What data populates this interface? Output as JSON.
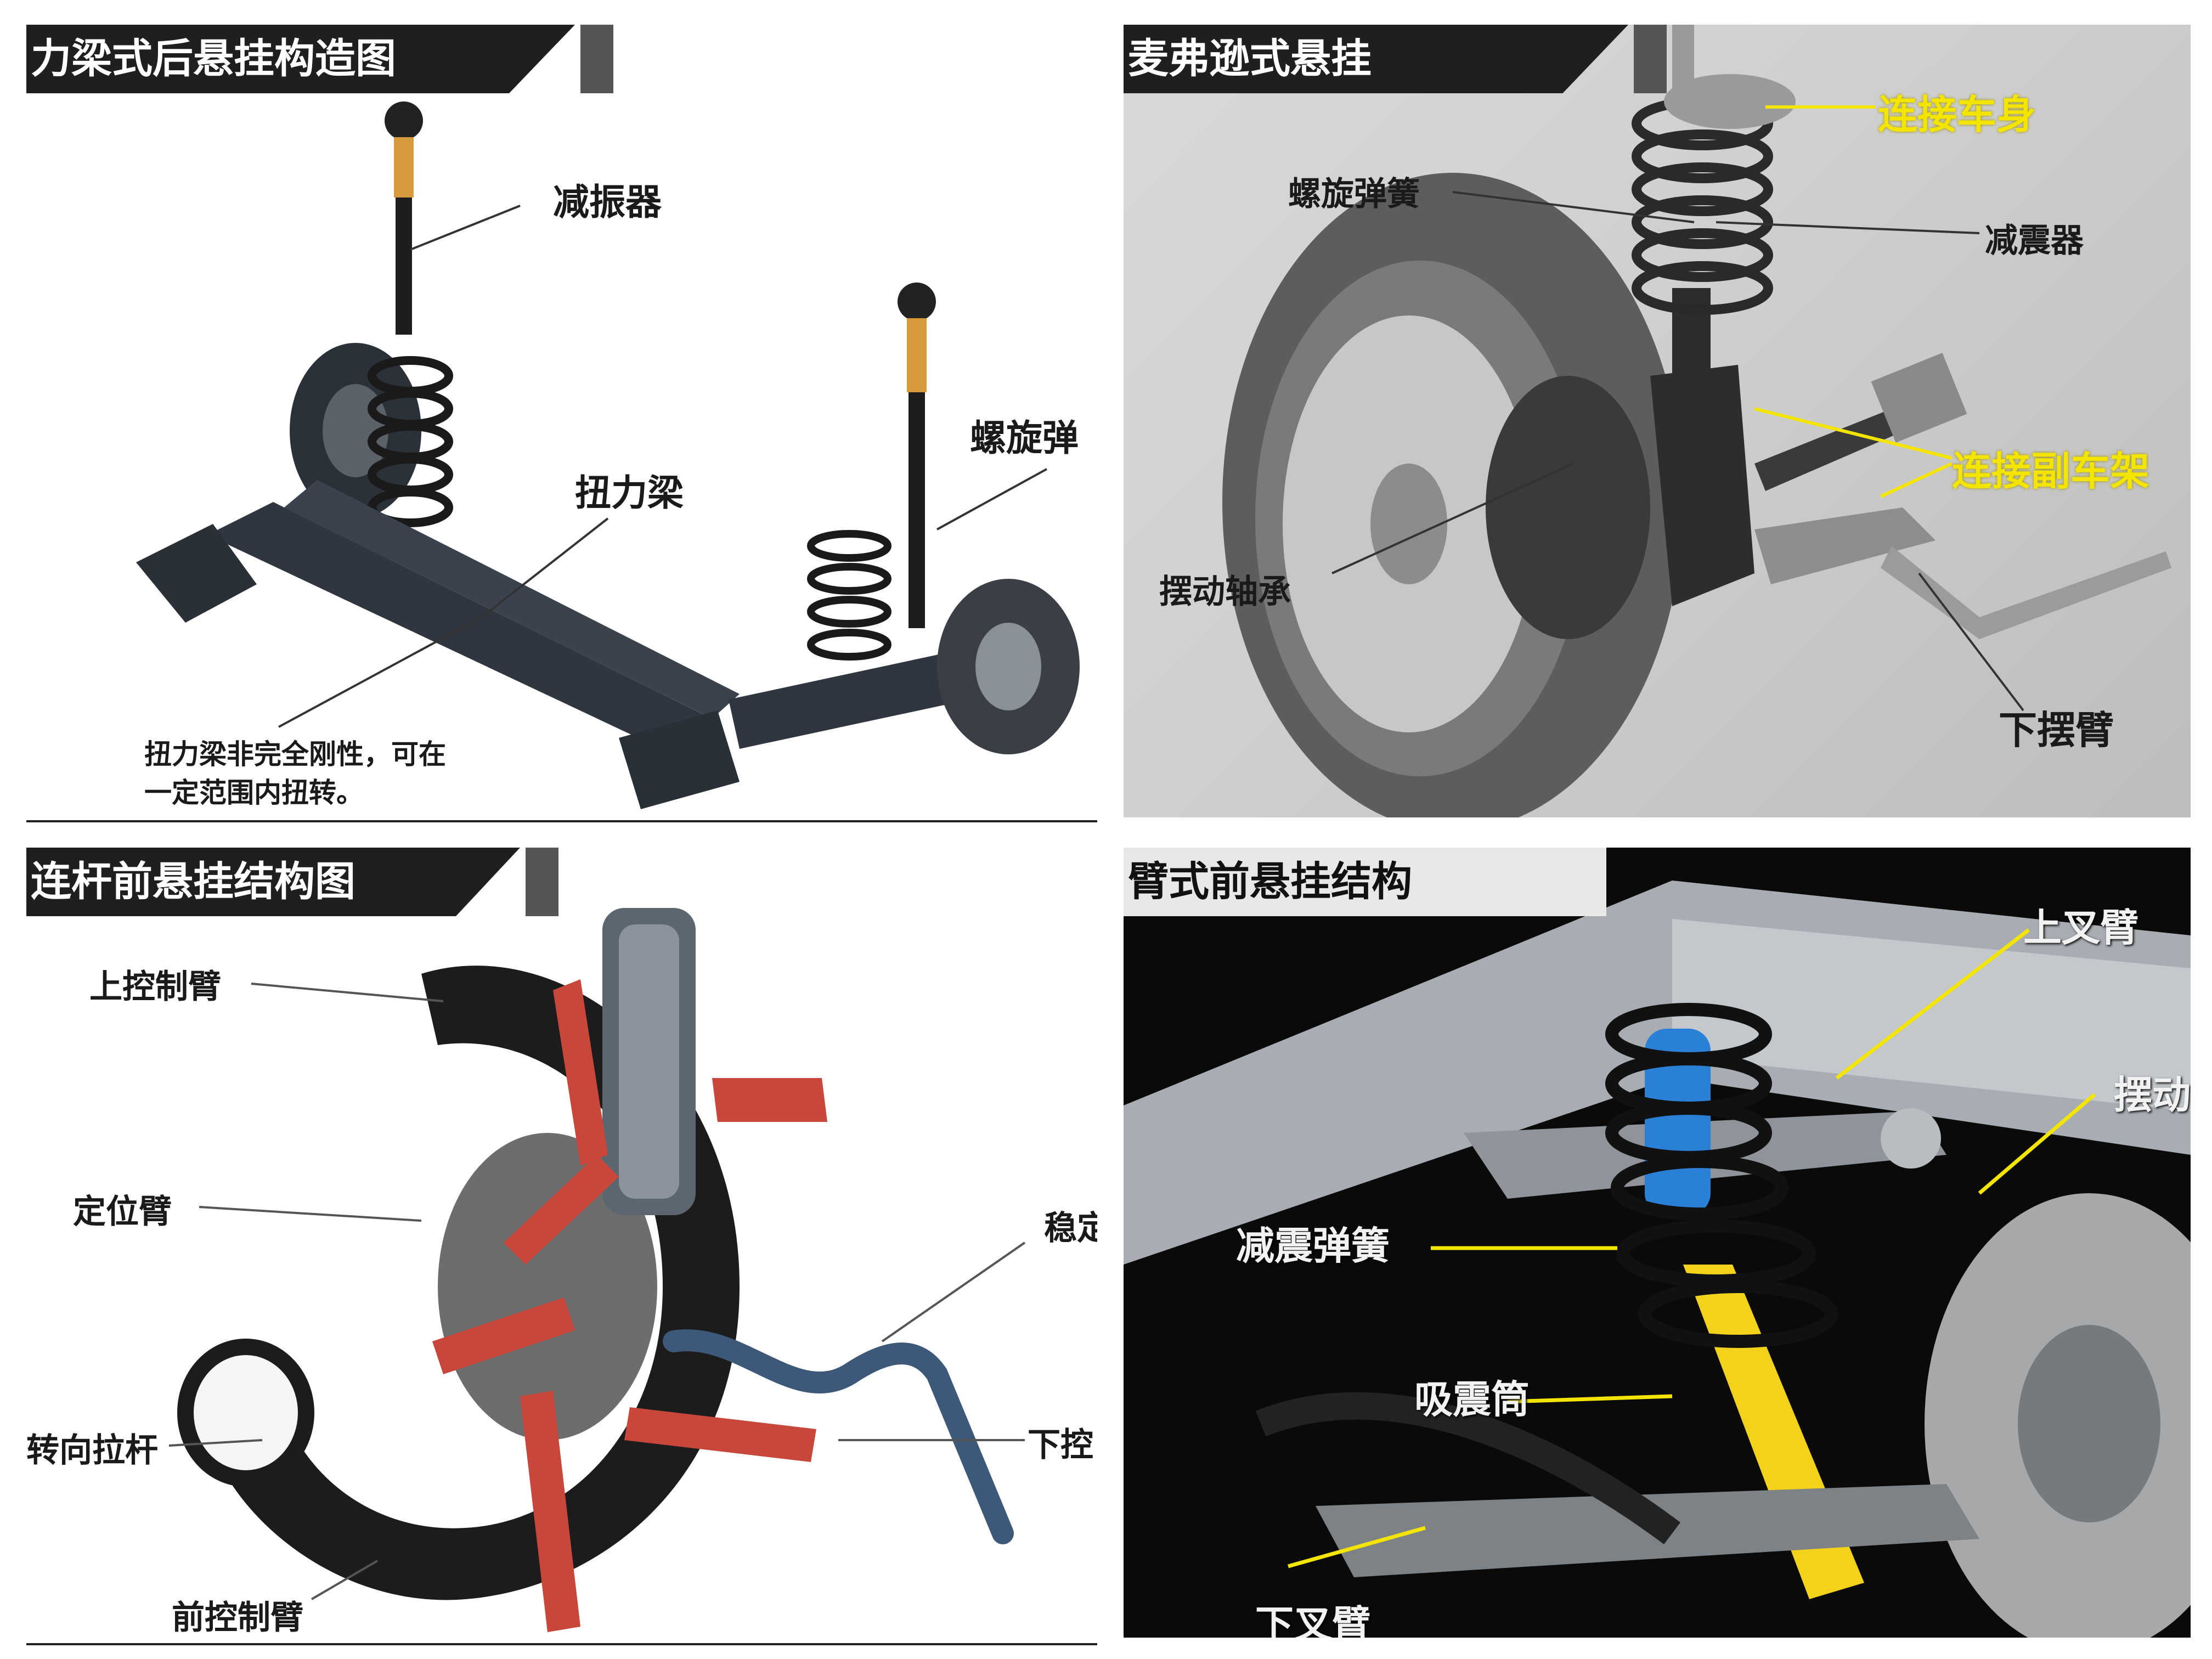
{
  "panels": [
    {
      "title": "力梁式后悬挂构造图",
      "labels": {
        "shock_absorber": "减振器",
        "torsion_beam": "扭力梁",
        "coil_spring": "螺旋弹",
        "note_line1": "扭力梁非完全刚性，可在",
        "note_line2": "一定范围内扭转。"
      }
    },
    {
      "title": "麦弗逊式悬挂",
      "labels": {
        "connect_body": "连接车身",
        "coil_spring": "螺旋弹簧",
        "shock_absorber": "减震器",
        "connect_subframe": "连接副车架",
        "swing_bearing": "摆动轴承",
        "lower_arm": "下摆臂"
      }
    },
    {
      "title": "连杆前悬挂结构图",
      "labels": {
        "upper_control_arm": "上控制臂",
        "locating_arm": "定位臂",
        "stabilizer": "稳定",
        "tie_rod": "转向拉杆",
        "lower_control": "下控",
        "front_control_arm": "前控制臂"
      }
    },
    {
      "title": "臂式前悬挂结构",
      "labels": {
        "upper_wishbone": "上叉臂",
        "swing": "摆动",
        "damper_spring": "减震弹簧",
        "shock_tube": "吸震筒",
        "lower_wishbone": "下叉臂"
      }
    }
  ],
  "colors": {
    "banner_dark": "#1f1f1f",
    "label_yellow": "#f4e500",
    "shock_yellow": "#f2d21b",
    "spring_blue": "#2a7fd6",
    "arm_red": "#c8473a",
    "stabilizer_blue": "#3d5878"
  }
}
